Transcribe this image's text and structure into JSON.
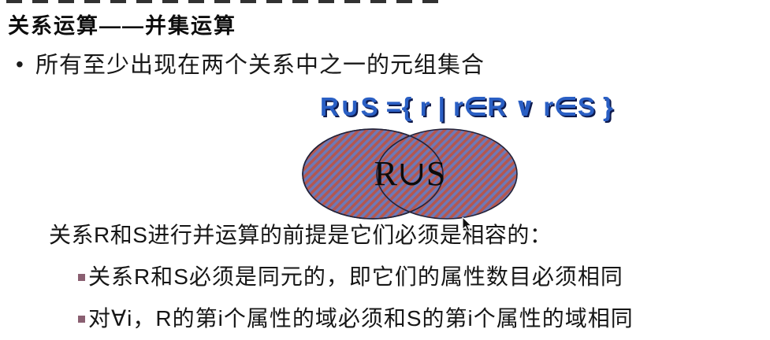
{
  "title": {
    "text": "关系运算——并集运算"
  },
  "intro_bullet": {
    "marker": "•",
    "text": "所有至少出现在两个关系中之一的元组集合"
  },
  "formula": {
    "text": "R∪S ={ r | r∈R ∨ r∈S }",
    "color": "#2a5fc4",
    "shadow_color": "#0e1a4d"
  },
  "venn": {
    "label": "R∪S",
    "stripe_red": "#b4574f",
    "stripe_blue": "#6d79b8",
    "outline_color": "#23233a"
  },
  "premise": {
    "text": "关系R和S进行并运算的前提是它们必须是相容的："
  },
  "sub_bullets": {
    "marker_color": "#8a5f71",
    "items": [
      "关系R和S必须是同元的，即它们的属性数目必须相同",
      "对∀i，R的第i个属性的域必须和S的第i个属性的域相同"
    ]
  },
  "cursor": {
    "type": "arrow-pointer"
  }
}
